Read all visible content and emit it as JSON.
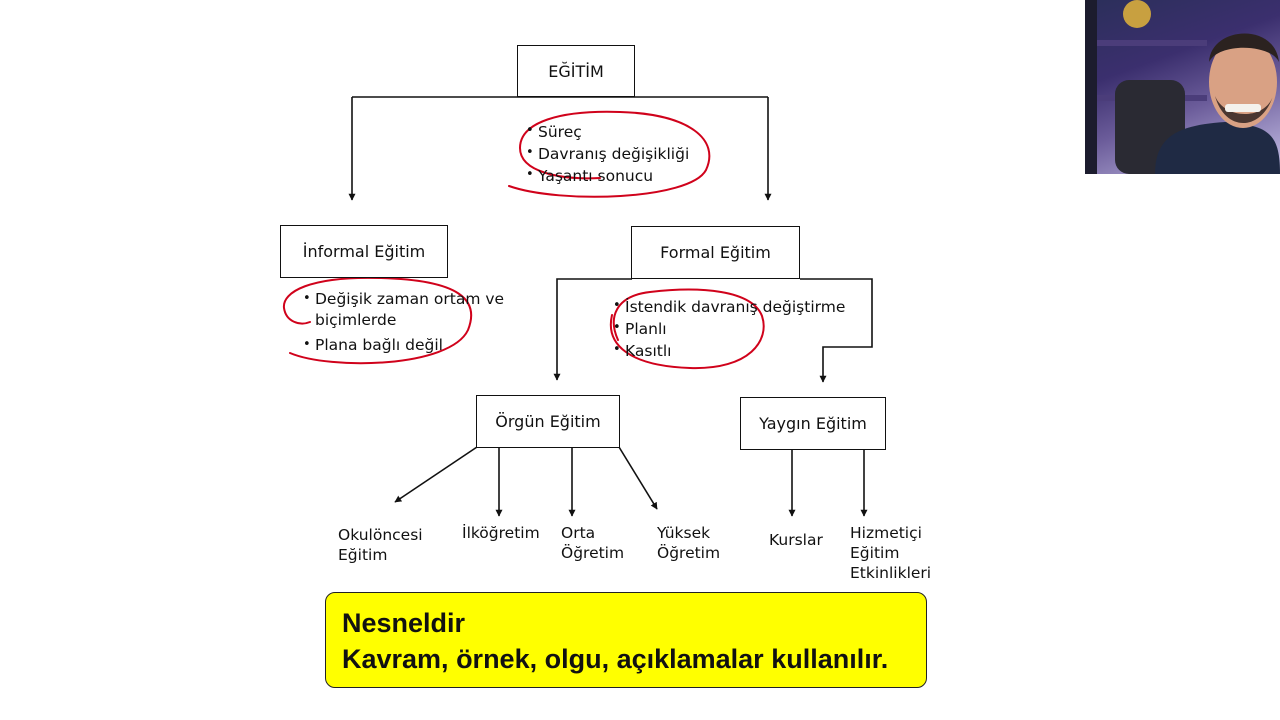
{
  "root": {
    "title": "EĞİTİM",
    "bullets": [
      "Süreç",
      "Davranış değişikliği",
      "Yaşantı sonucu"
    ]
  },
  "informal": {
    "title": "İnformal Eğitim",
    "bullets": [
      "Değişik zaman ortam ve biçimlerde",
      "Plana bağlı değil"
    ]
  },
  "formal": {
    "title": "Formal Eğitim",
    "bullets": [
      "İstendik davranış değiştirme",
      "Planlı",
      "Kasıtlı"
    ]
  },
  "orgun": {
    "title": "Örgün Eğitim",
    "children": [
      {
        "lines": [
          "Okulöncesi",
          "Eğitim"
        ]
      },
      {
        "lines": [
          "İlköğretim"
        ]
      },
      {
        "lines": [
          "Orta",
          "Öğretim"
        ]
      },
      {
        "lines": [
          "Yüksek",
          "Öğretim"
        ]
      }
    ]
  },
  "yaygin": {
    "title": "Yaygın Eğitim",
    "children": [
      {
        "lines": [
          "Kurslar"
        ]
      },
      {
        "lines": [
          "Hizmetiçi",
          "Eğitim",
          "Etkinlikleri"
        ]
      }
    ]
  },
  "note": {
    "line1": "Nesneldir",
    "line2": "Kavram, örnek, olgu, açıklamalar kullanılır."
  },
  "colors": {
    "highlight": "#d0021b",
    "note_bg": "#ffff00"
  }
}
